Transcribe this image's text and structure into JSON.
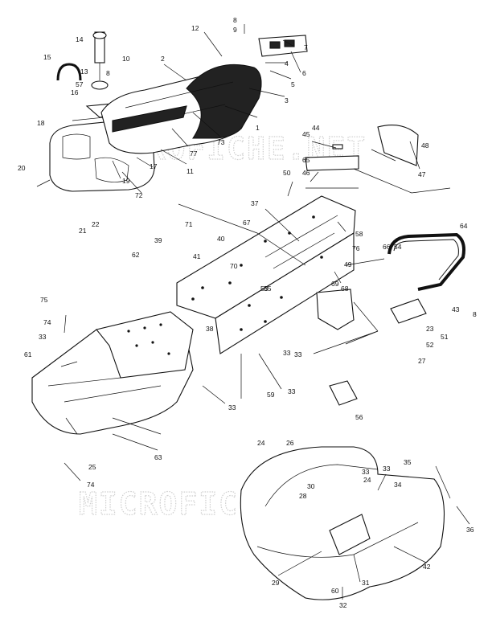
{
  "watermark": "MICROFICHE.NET",
  "labels": [
    "1",
    "2",
    "3",
    "4",
    "5",
    "6",
    "7",
    "8",
    "9",
    "10",
    "11",
    "12",
    "13",
    "14",
    "15",
    "16",
    "17",
    "18",
    "19",
    "20",
    "21",
    "22",
    "23",
    "24",
    "25",
    "26",
    "27",
    "28",
    "29",
    "30",
    "31",
    "32",
    "33",
    "34",
    "35",
    "36",
    "37",
    "38",
    "39",
    "40",
    "41",
    "42",
    "43",
    "44",
    "45",
    "46",
    "47",
    "48",
    "49",
    "50",
    "51",
    "52",
    "53",
    "54",
    "55",
    "56",
    "57",
    "58",
    "59",
    "60",
    "61",
    "62",
    "63",
    "64",
    "65",
    "66",
    "67",
    "68",
    "69",
    "70",
    "71",
    "72",
    "73",
    "74",
    "75",
    "76",
    "77",
    "8",
    "33",
    "24",
    "33",
    "8",
    "33",
    "74",
    "33",
    "33",
    "33"
  ]
}
